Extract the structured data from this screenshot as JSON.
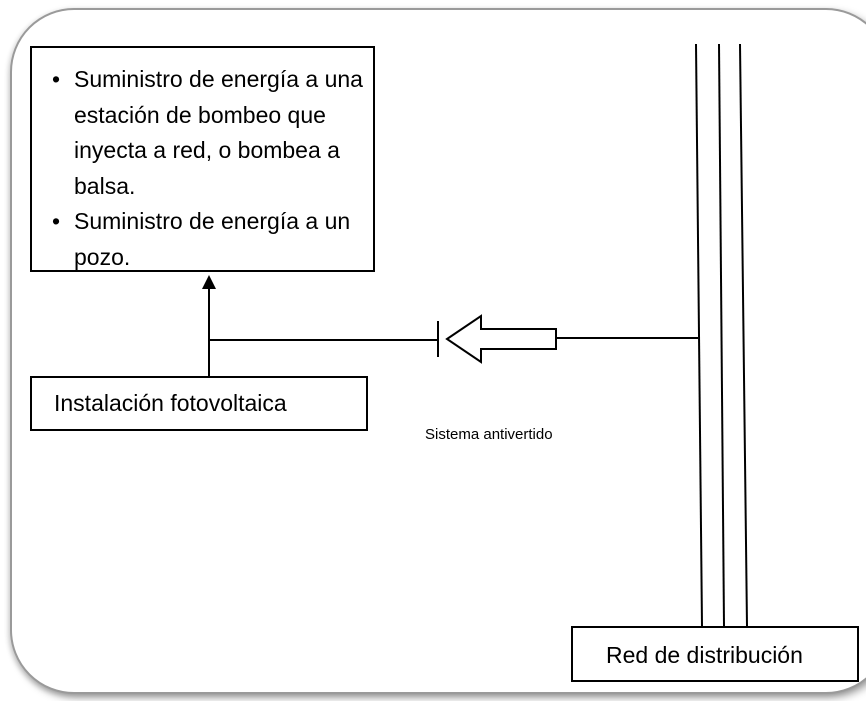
{
  "diagram": {
    "uses_box": {
      "items": [
        "Suministro de energía a una estación de bombeo que inyecta a red, o bombea a balsa.",
        "Suministro de energía a un pozo."
      ]
    },
    "pv_installation": {
      "label": "Instalación fotovoltaica"
    },
    "anti_backfeed": {
      "label": "Sistema antivertido"
    },
    "distribution_grid": {
      "label": "Red de distribución"
    }
  }
}
